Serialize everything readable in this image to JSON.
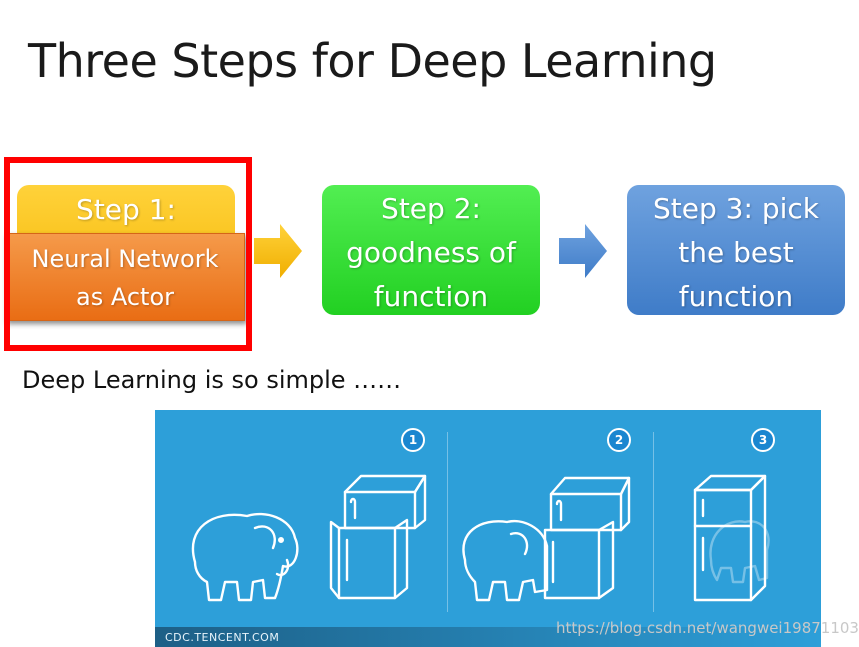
{
  "title": "Three Steps for Deep Learning",
  "steps": [
    {
      "label": "Step 1:",
      "overlay_line1": "Neural Network",
      "overlay_line2": "as Actor"
    },
    {
      "line1": "Step 2:",
      "line2": "goodness of",
      "line3": "function"
    },
    {
      "line1": "Step 3: pick",
      "line2": "the best",
      "line3": "function"
    }
  ],
  "subtitle": "Deep Learning is so simple ……",
  "panel": {
    "badges": [
      "1",
      "2",
      "3"
    ],
    "footer": "CDC.TENCENT.COM"
  },
  "watermark": "https://blog.csdn.net/wangwei19871103",
  "colors": {
    "highlight": "#ff0000",
    "step1": "#f3b400",
    "step1_overlay": "#e96d14",
    "step2": "#22d022",
    "step3": "#3f7cc8",
    "panel": "#2d9fd9"
  }
}
